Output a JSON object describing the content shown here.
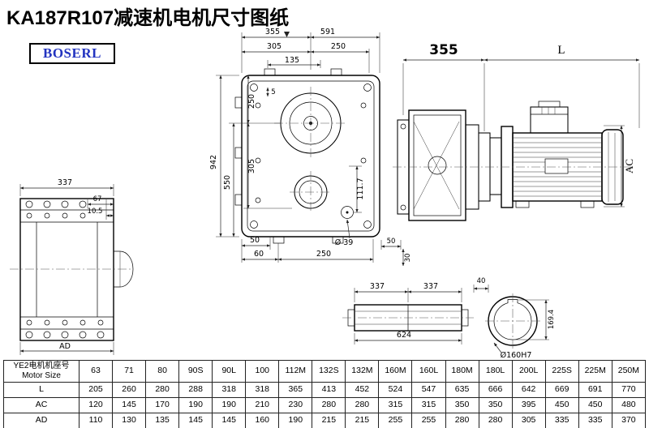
{
  "title": "KA187R107减速机电机尺寸图纸",
  "brand": {
    "logo_text": "BOSERL",
    "logo_color": "#2334c0"
  },
  "views": {
    "front": {
      "d355": "355",
      "d591": "591",
      "d305_top": "305",
      "d250_top": "250",
      "d135": "135",
      "d942": "942",
      "d550": "550",
      "d305_left": "305",
      "d250_left": "250",
      "d5": "5",
      "d111_7": "111.7",
      "d50_bottom": "50",
      "d60": "60",
      "d250_bottom": "250",
      "d39": "Ø 39",
      "d50_right": "50",
      "d30": "30"
    },
    "left": {
      "d337": "337",
      "d67": "67",
      "d10_5": "10.5",
      "dAD": "AD"
    },
    "motor": {
      "d355": "355",
      "dL": "L",
      "dAC": "AC"
    },
    "shaft": {
      "d337_a": "337",
      "d337_b": "337",
      "d40": "40",
      "d624": "624"
    },
    "bore": {
      "d169_4": "169.4",
      "d160": "Ø160H7"
    }
  },
  "table": {
    "header_cn": "YE2电机机座号",
    "header_en": "Motor Size",
    "columns": [
      "63",
      "71",
      "80",
      "90S",
      "90L",
      "100",
      "112M",
      "132S",
      "132M",
      "160M",
      "160L",
      "180M",
      "180L",
      "200L",
      "225S",
      "225M",
      "250M"
    ],
    "rows": [
      {
        "label": "L",
        "values": [
          "205",
          "260",
          "280",
          "288",
          "318",
          "318",
          "365",
          "413",
          "452",
          "524",
          "547",
          "635",
          "666",
          "642",
          "669",
          "691",
          "770"
        ]
      },
      {
        "label": "AC",
        "values": [
          "120",
          "145",
          "170",
          "190",
          "190",
          "210",
          "230",
          "280",
          "280",
          "315",
          "315",
          "350",
          "350",
          "395",
          "450",
          "450",
          "480"
        ]
      },
      {
        "label": "AD",
        "values": [
          "110",
          "130",
          "135",
          "145",
          "145",
          "160",
          "190",
          "215",
          "215",
          "255",
          "255",
          "280",
          "280",
          "305",
          "335",
          "335",
          "370"
        ]
      }
    ]
  }
}
